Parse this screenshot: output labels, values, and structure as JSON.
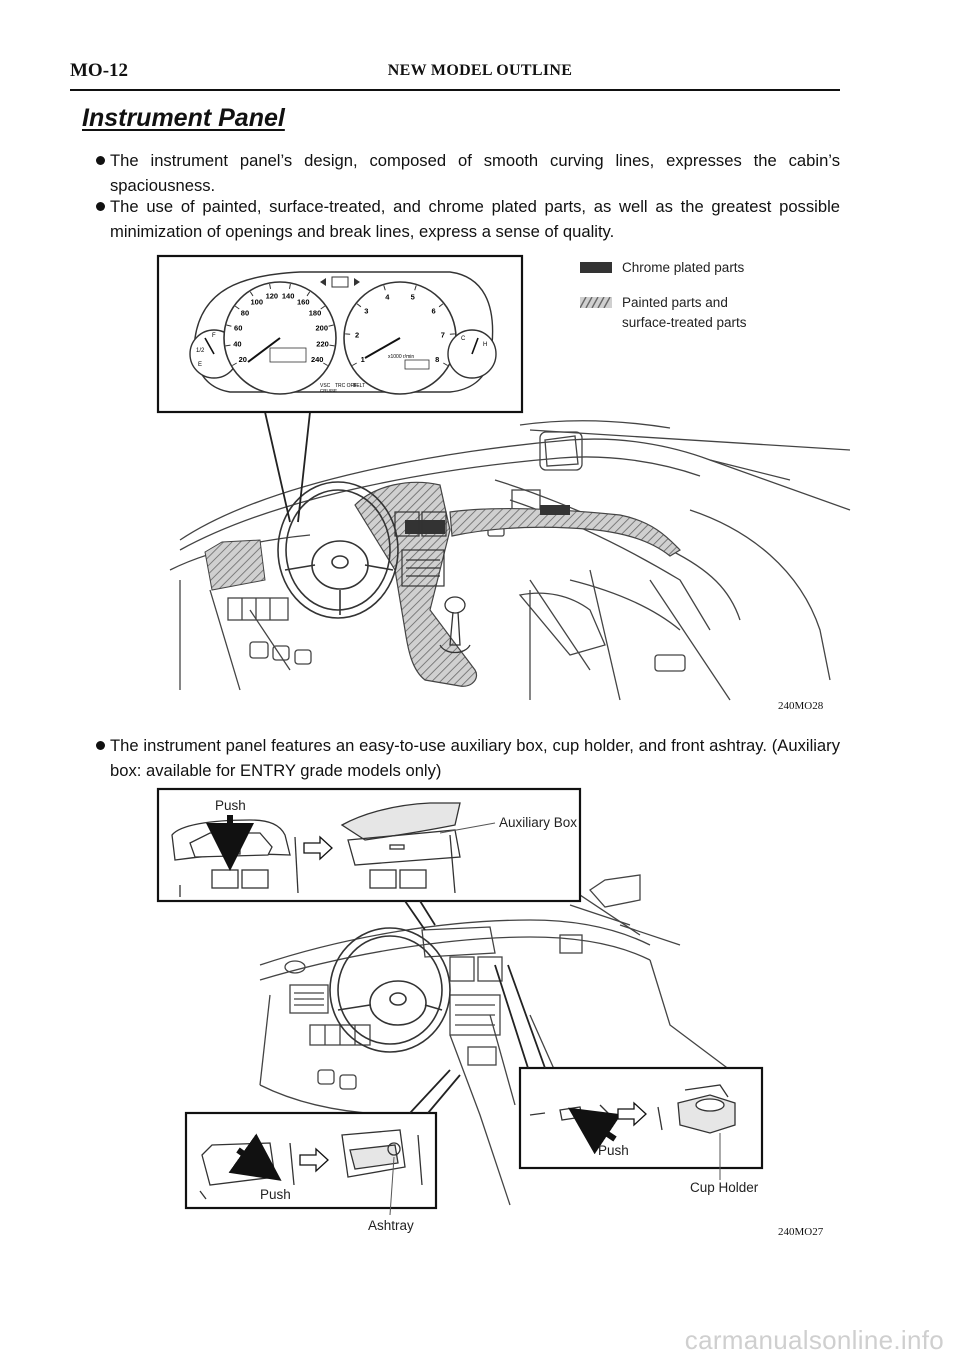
{
  "header": {
    "page_id": "MO-12",
    "title": "NEW MODEL OUTLINE"
  },
  "section": {
    "title": "Instrument Panel"
  },
  "bullets": [
    "The instrument panel’s design, composed of smooth curving lines, expresses the cabin’s spaciousness.",
    "The use of painted, surface-treated, and chrome plated parts, as well as the greatest possible minimization of openings and break lines, express a sense of quality.",
    "The instrument panel features an easy-to-use auxiliary box, cup holder, and front ashtray. (Auxiliary box: available for ENTRY grade models only)"
  ],
  "figure1": {
    "code": "240MO28",
    "legend": {
      "chrome": "Chrome plated parts",
      "painted_line1": "Painted parts and",
      "painted_line2": "surface-treated parts"
    },
    "gauges": {
      "speed_labels": [
        "20",
        "40",
        "60",
        "80",
        "100",
        "120",
        "140",
        "160",
        "180",
        "200",
        "220",
        "240"
      ],
      "tach_labels": [
        "1",
        "2",
        "3",
        "4",
        "5",
        "6",
        "7",
        "8"
      ],
      "fuel_labels": [
        "E",
        "1/2",
        "F"
      ],
      "temp_labels": [
        "C",
        "H"
      ],
      "tach_unit": "x1000 r/min",
      "indicator_labels": [
        "VSC",
        "TRC OFF",
        "BELT",
        "CRUISE"
      ]
    }
  },
  "figure2": {
    "code": "240MO27",
    "labels": {
      "push_aux": "Push",
      "auxiliary_box": "Auxiliary Box",
      "push_ashtray": "Push",
      "ashtray": "Ashtray",
      "push_cup": "Push",
      "cup_holder": "Cup Holder"
    }
  },
  "watermark": "carmanualsonline.info",
  "colors": {
    "text": "#111111",
    "chrome_swatch": "#333333",
    "hatch": "#888888",
    "line_art": "#444444",
    "watermark": "#cfcfcf"
  }
}
